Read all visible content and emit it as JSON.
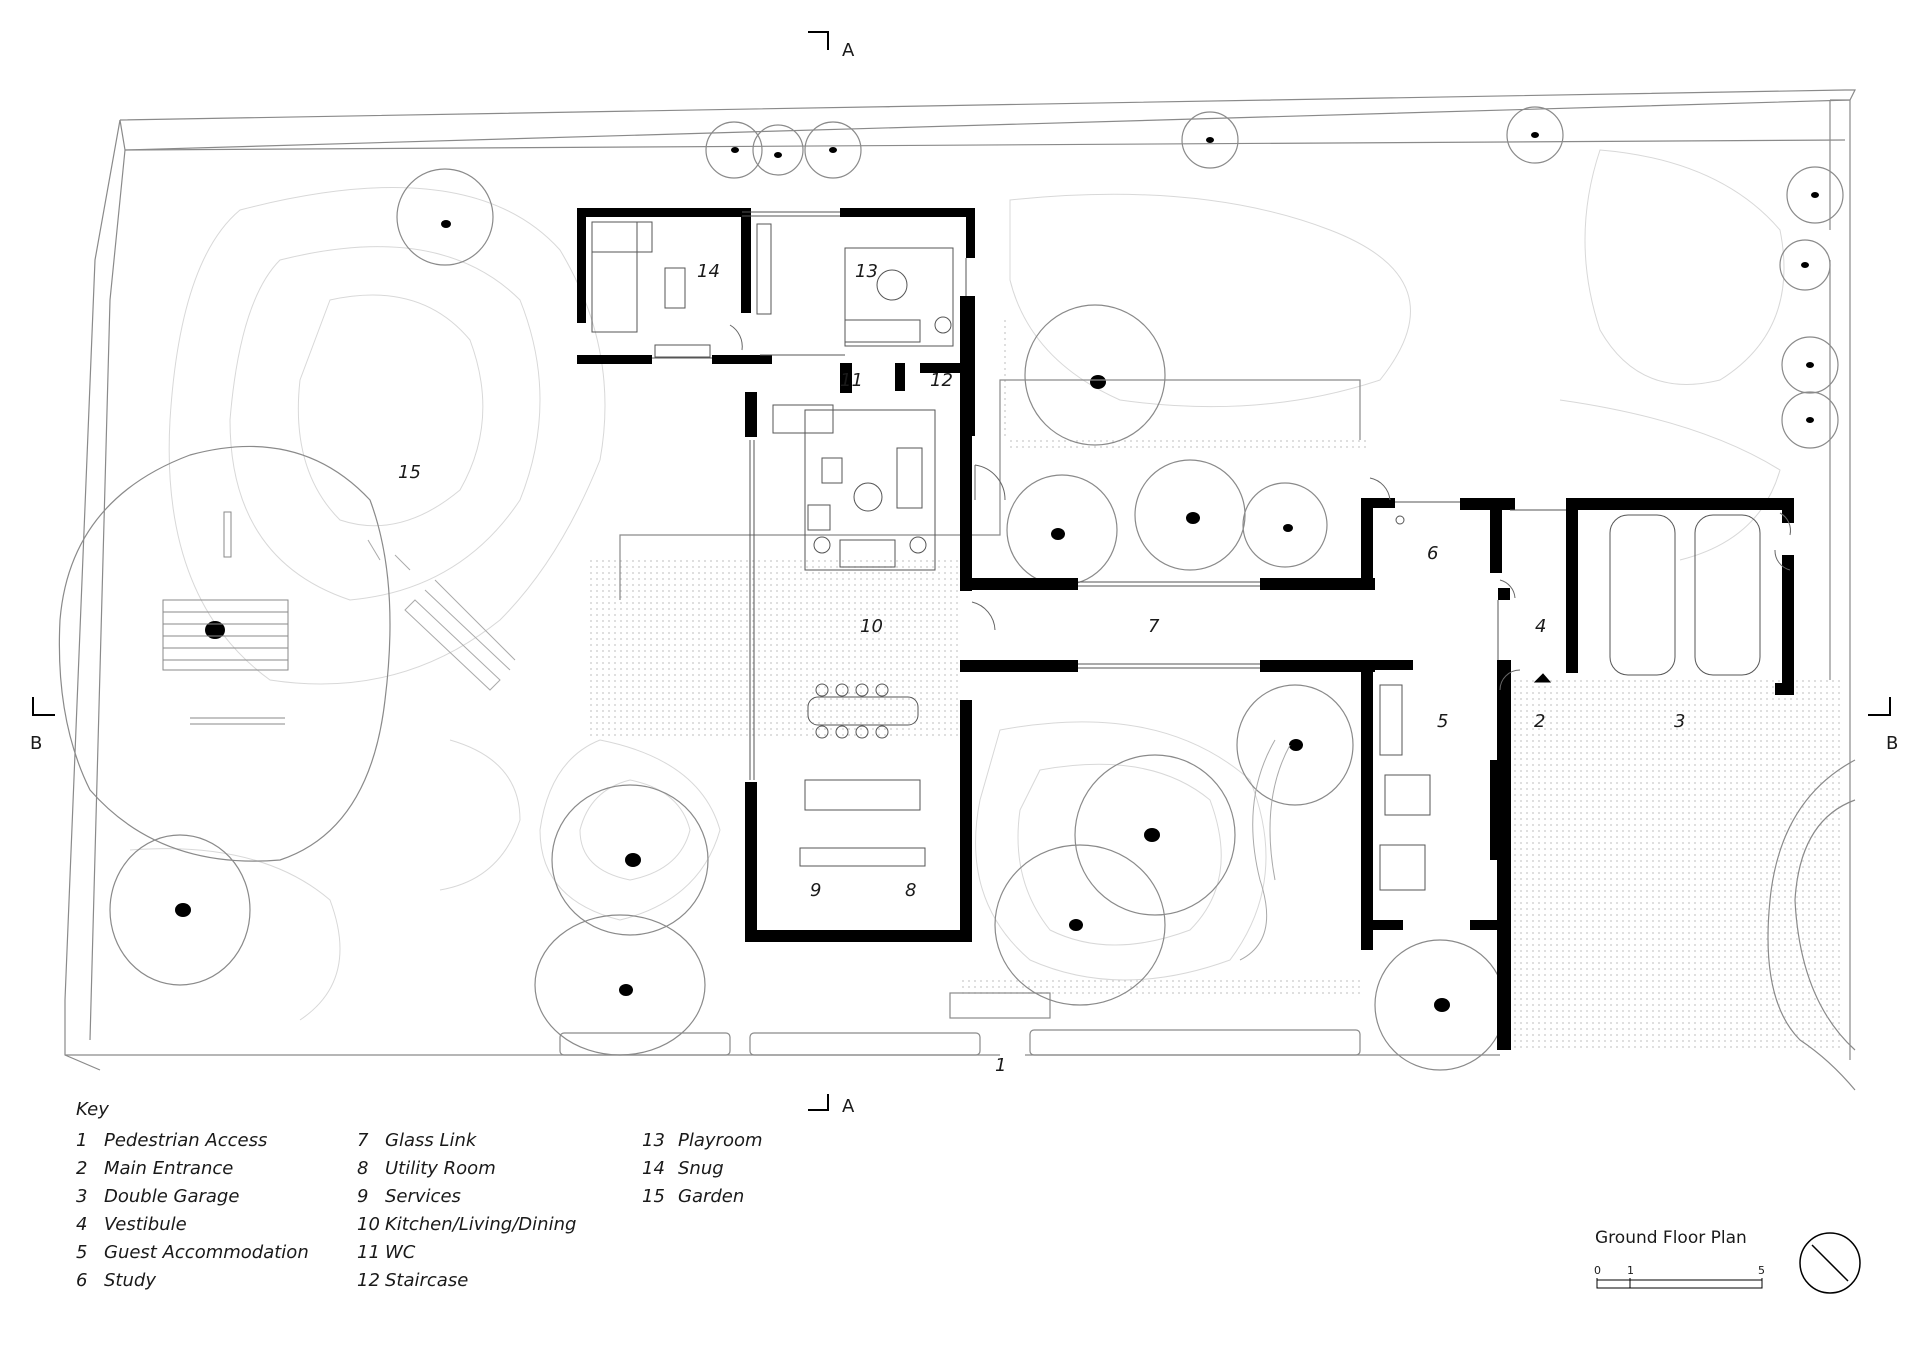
{
  "rooms": {
    "r1": "1",
    "r2": "2",
    "r3": "3",
    "r4": "4",
    "r5": "5",
    "r6": "6",
    "r7": "7",
    "r8": "8",
    "r9": "9",
    "r10": "10",
    "r11": "11",
    "r12": "12",
    "r13": "13",
    "r14": "14",
    "r15": "15"
  },
  "section_marks": {
    "a": "A",
    "b": "B"
  },
  "key": {
    "title": "Key",
    "col1": [
      {
        "num": "1",
        "label": "Pedestrian Access"
      },
      {
        "num": "2",
        "label": "Main Entrance"
      },
      {
        "num": "3",
        "label": "Double Garage"
      },
      {
        "num": "4",
        "label": "Vestibule"
      },
      {
        "num": "5",
        "label": "Guest Accommodation"
      },
      {
        "num": "6",
        "label": "Study"
      }
    ],
    "col2": [
      {
        "num": "7",
        "label": "Glass Link"
      },
      {
        "num": "8",
        "label": "Utility Room"
      },
      {
        "num": "9",
        "label": "Services"
      },
      {
        "num": "10",
        "label": "Kitchen/Living/Dining"
      },
      {
        "num": "11",
        "label": "WC"
      },
      {
        "num": "12",
        "label": "Staircase"
      }
    ],
    "col3": [
      {
        "num": "13",
        "label": "Playroom"
      },
      {
        "num": "14",
        "label": "Snug"
      },
      {
        "num": "15",
        "label": "Garden"
      }
    ]
  },
  "plan_title": "Ground Floor Plan",
  "scale": {
    "t0": "0",
    "t1": "1",
    "t5": "5"
  },
  "colors": {
    "ink": "#1a1a1a",
    "wall": "#000000",
    "line": "#8a8a8a",
    "fill": "#e0e0e0"
  }
}
